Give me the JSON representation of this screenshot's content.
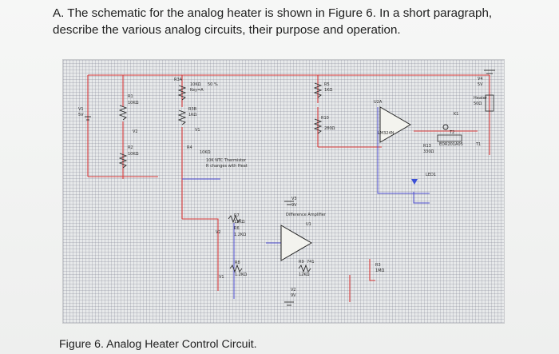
{
  "question": {
    "text_line1": "A. The schematic for the analog heater is shown in Figure 6. In a short paragraph,",
    "text_line2": "describe the various analog circuits, their purpose and operation."
  },
  "figure": {
    "caption": "Figure 6. Analog Heater Control Circuit.",
    "labels": {
      "r3a": "R3A",
      "r3a_val": "10KΩ",
      "r3a_pct": "50 %",
      "r3a_key": "Key=A",
      "r1": "R1",
      "r1_val": "10KΩ",
      "v1_top": "V1",
      "v1_top_val": "5V",
      "v2_left": "V2",
      "r2": "R2",
      "r2_val": "10KΩ",
      "r3b": "R3B",
      "r3b_val": "1KΩ",
      "v1_mid": "V1",
      "r4": "R4",
      "r4_val": "10KΩ",
      "thermistor": "10K NTC Thermistor",
      "thermistor2": "R changes with Heat",
      "r5": "R5",
      "r5_val": "1KΩ",
      "r10": "R10",
      "r10_val": "280Ω",
      "u2a": "U2A",
      "lm324": "LM324N",
      "r13": "R13",
      "r13_val": "330Ω",
      "led": "LED1",
      "k1": "K1",
      "relay": "EDR201A05",
      "v4": "V4",
      "v4_val": "5V",
      "heater": "Heater",
      "heater_val": "50Ω",
      "v3": "V3",
      "v3_val": "9V",
      "diff_amp": "Difference Amplifier",
      "u1": "U1",
      "r7": "R7",
      "r7_val": "12KΩ",
      "r6": "R6",
      "r6_val": "1.2KΩ",
      "v2_mid": "V2",
      "r8": "R8",
      "r8_val": "1.2KΩ",
      "v1_bot": "V1",
      "r9": "R9",
      "r9_val": "12KΩ",
      "r9_num": "741",
      "v2_bot": "V2",
      "v2_bot_val": "9V",
      "r3": "R3",
      "r3_val": "1MΩ",
      "t2": "T2",
      "t1": "T1"
    }
  }
}
